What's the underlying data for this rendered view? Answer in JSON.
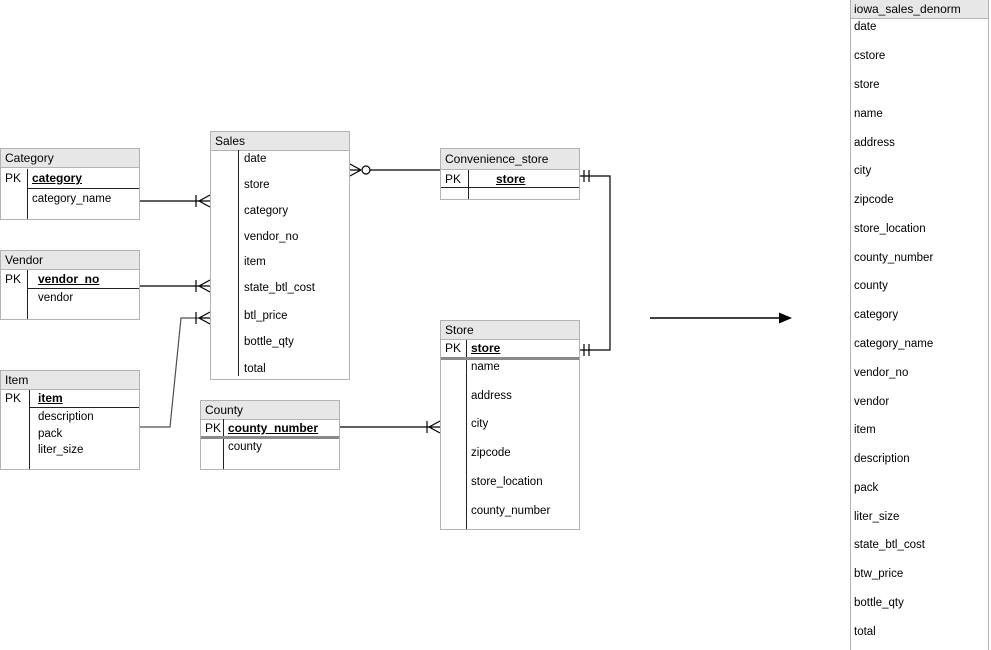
{
  "diagram": {
    "entities": {
      "category": {
        "title": "Category",
        "pk_label": "PK",
        "pk_field": "category",
        "fields": [
          "category_name"
        ]
      },
      "vendor": {
        "title": "Vendor",
        "pk_label": "PK",
        "pk_field": "vendor_no",
        "fields": [
          "vendor"
        ]
      },
      "item": {
        "title": "Item",
        "pk_label": "PK",
        "pk_field": "item",
        "fields": [
          "description",
          "pack",
          "liter_size"
        ]
      },
      "sales": {
        "title": "Sales",
        "fields": [
          "date",
          "store",
          "category",
          "vendor_no",
          "item",
          "state_btl_cost",
          "btl_price",
          "bottle_qty",
          "total"
        ]
      },
      "convenience_store": {
        "title": "Convenience_store",
        "pk_label": "PK",
        "pk_field": "store"
      },
      "store": {
        "title": "Store",
        "pk_label": "PK",
        "pk_field": "store",
        "fields": [
          "name",
          "address",
          "city",
          "zipcode",
          "store_location",
          "county_number"
        ]
      },
      "county": {
        "title": "County",
        "pk_label": "PK",
        "pk_field": "county_number",
        "fields": [
          "county"
        ]
      }
    },
    "denorm_panel": {
      "title": "iowa_sales_denorm",
      "fields": [
        "date",
        "cstore",
        "store",
        "name",
        "address",
        "city",
        "zipcode",
        "store_location",
        "county_number",
        "county",
        "category",
        "category_name",
        "vendor_no",
        "vendor",
        "item",
        "description",
        "pack",
        "liter_size",
        "state_btl_cost",
        "btw_price",
        "bottle_qty",
        "total"
      ]
    },
    "connectors": [
      {
        "name": "category-sales",
        "from": "Category",
        "to": "Sales",
        "to_marker": "one-many-crowfoot"
      },
      {
        "name": "vendor-sales",
        "from": "Vendor",
        "to": "Sales",
        "to_marker": "one-many-crowfoot"
      },
      {
        "name": "item-sales",
        "from": "Item",
        "to": "Sales",
        "to_marker": "one-many-crowfoot"
      },
      {
        "name": "sales-convenience_store",
        "from": "Sales",
        "to": "Convenience_store",
        "from_marker": "zero-many-crowfoot-circle"
      },
      {
        "name": "convenience_store-store",
        "from": "Convenience_store",
        "to": "Store",
        "from_marker": "one-one-double-bar",
        "to_marker": "one-one-double-bar"
      },
      {
        "name": "county-store",
        "from": "County",
        "to": "Store",
        "to_marker": "one-many-crowfoot"
      },
      {
        "name": "denorm-flow-arrow",
        "type": "arrow"
      }
    ],
    "colors": {
      "header_bg": "#e7e7e7",
      "table_border": "#b3b3b3",
      "line": "#000000",
      "thick_separator": "#8a8a8a"
    }
  }
}
